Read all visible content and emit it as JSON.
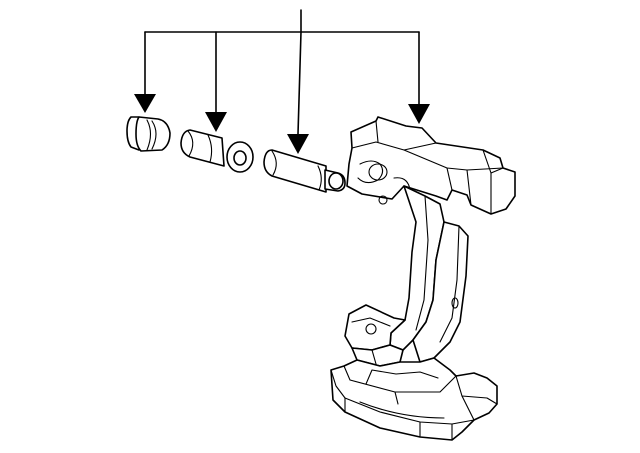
{
  "diagram": {
    "type": "exploded-parts-illustration",
    "line_color": "#000000",
    "background": "#ffffff",
    "parts": [
      {
        "id": "boot",
        "icon": "dust-boot-icon"
      },
      {
        "id": "guide-pin-bolt",
        "icon": "pin-bolt-icon"
      },
      {
        "id": "guide-pin",
        "icon": "guide-pin-icon"
      },
      {
        "id": "caliper-bracket",
        "icon": "caliper-bracket-icon"
      }
    ]
  }
}
